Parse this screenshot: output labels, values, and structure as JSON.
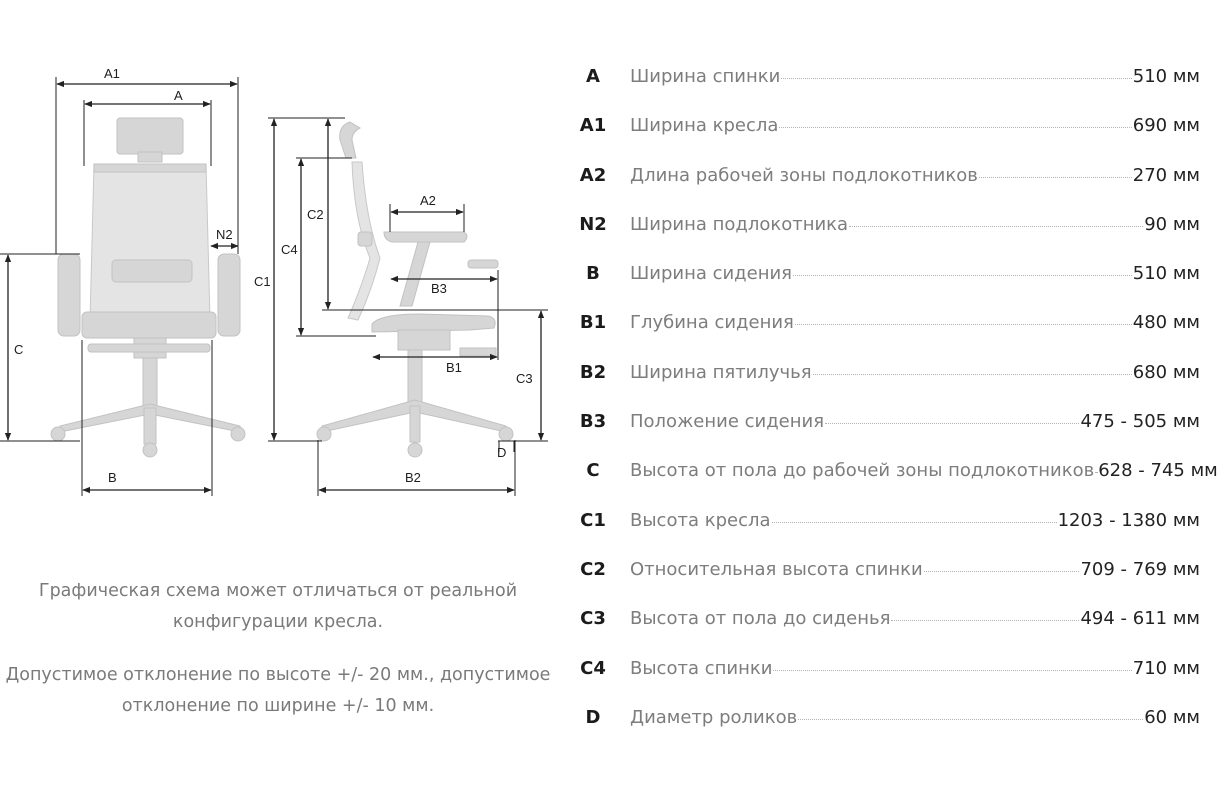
{
  "diagram": {
    "labels": {
      "A1": "A1",
      "A": "A",
      "N2": "N2",
      "C": "C",
      "B": "B",
      "C1": "C1",
      "C4": "C4",
      "C2": "C2",
      "A2": "A2",
      "B3": "B3",
      "B1": "B1",
      "C3": "C3",
      "D": "D",
      "B2": "B2"
    }
  },
  "notes": {
    "line1": "Графическая схема может отличаться от реальной",
    "line2": "конфигурации кресла.",
    "line3": "Допустимое отклонение по высоте +/- 20 мм., допустимое",
    "line4": "отклонение по ширине +/- 10 мм."
  },
  "specs": [
    {
      "code": "A",
      "name": "Ширина спинки",
      "value": "510 мм"
    },
    {
      "code": "A1",
      "name": "Ширина кресла",
      "value": "690 мм"
    },
    {
      "code": "A2",
      "name": "Длина рабочей зоны подлокотников",
      "value": "270 мм"
    },
    {
      "code": "N2",
      "name": "Ширина подлокотника",
      "value": "90 мм"
    },
    {
      "code": "B",
      "name": "Ширина сидения",
      "value": "510 мм"
    },
    {
      "code": "B1",
      "name": "Глубина сидения",
      "value": "480 мм"
    },
    {
      "code": "B2",
      "name": "Ширина пятилучья",
      "value": "680 мм"
    },
    {
      "code": "B3",
      "name": "Положение сидения",
      "value": "475 - 505 мм"
    },
    {
      "code": "C",
      "name": "Высота от пола до рабочей зоны подлокотников",
      "value": "628 - 745 мм"
    },
    {
      "code": "C1",
      "name": "Высота кресла",
      "value": "1203 - 1380 мм"
    },
    {
      "code": "C2",
      "name": "Относительная высота спинки",
      "value": "709 - 769 мм"
    },
    {
      "code": "C3",
      "name": "Высота от пола до сиденья",
      "value": "494 - 611 мм"
    },
    {
      "code": "C4",
      "name": "Высота спинки",
      "value": "710 мм"
    },
    {
      "code": "D",
      "name": "Диаметр роликов",
      "value": "60 мм"
    }
  ]
}
